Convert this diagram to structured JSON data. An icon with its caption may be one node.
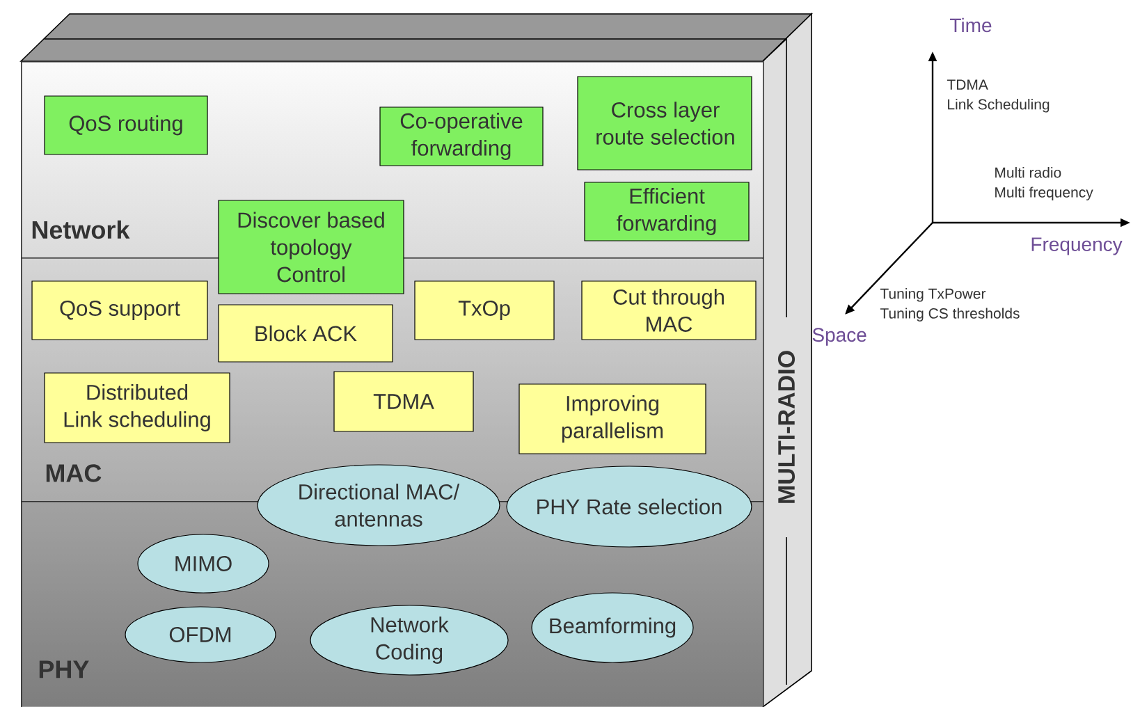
{
  "diagram": {
    "nodes": [
      {
        "text": [
          "Network"
        ]
      },
      {
        "text": [
          "MAC"
        ]
      },
      {
        "text": [
          "PHY"
        ]
      },
      {
        "text": [
          "MULTI-RADIO"
        ]
      },
      {
        "text": [
          "QoS routing"
        ],
        "in": 0
      },
      {
        "text": [
          "Co-operative forwarding"
        ],
        "in": 0
      },
      {
        "text": [
          "Cross layer route selection"
        ],
        "in": 0
      },
      {
        "text": [
          "Efficient forwarding"
        ],
        "in": 0
      },
      {
        "text": [
          "Discover based topology Control"
        ]
      },
      {
        "text": [
          "QoS support"
        ],
        "in": 1
      },
      {
        "text": [
          "Block ACK"
        ],
        "in": 1
      },
      {
        "text": [
          "TxOp"
        ],
        "in": 1
      },
      {
        "text": [
          "Cut through MAC"
        ],
        "in": 1
      },
      {
        "text": [
          "Distributed Link scheduling"
        ],
        "in": 1
      },
      {
        "text": [
          "TDMA"
        ],
        "in": 1
      },
      {
        "text": [
          "Improving parallelism"
        ],
        "in": 1
      },
      {
        "text": [
          "Directional MAC/ antennas"
        ]
      },
      {
        "text": [
          "PHY Rate selection"
        ]
      },
      {
        "text": [
          "MIMO"
        ],
        "in": 2
      },
      {
        "text": [
          "OFDM"
        ],
        "in": 2
      },
      {
        "text": [
          "Network Coding"
        ],
        "in": 2
      },
      {
        "text": [
          "Beamforming"
        ],
        "in": 2
      }
    ],
    "labels": [
      "Time",
      "TDMA Link Scheduling",
      "Multi radio Multi frequency",
      "Frequency",
      "Tuning TxPower Tuning CS thresholds",
      "Space"
    ]
  }
}
